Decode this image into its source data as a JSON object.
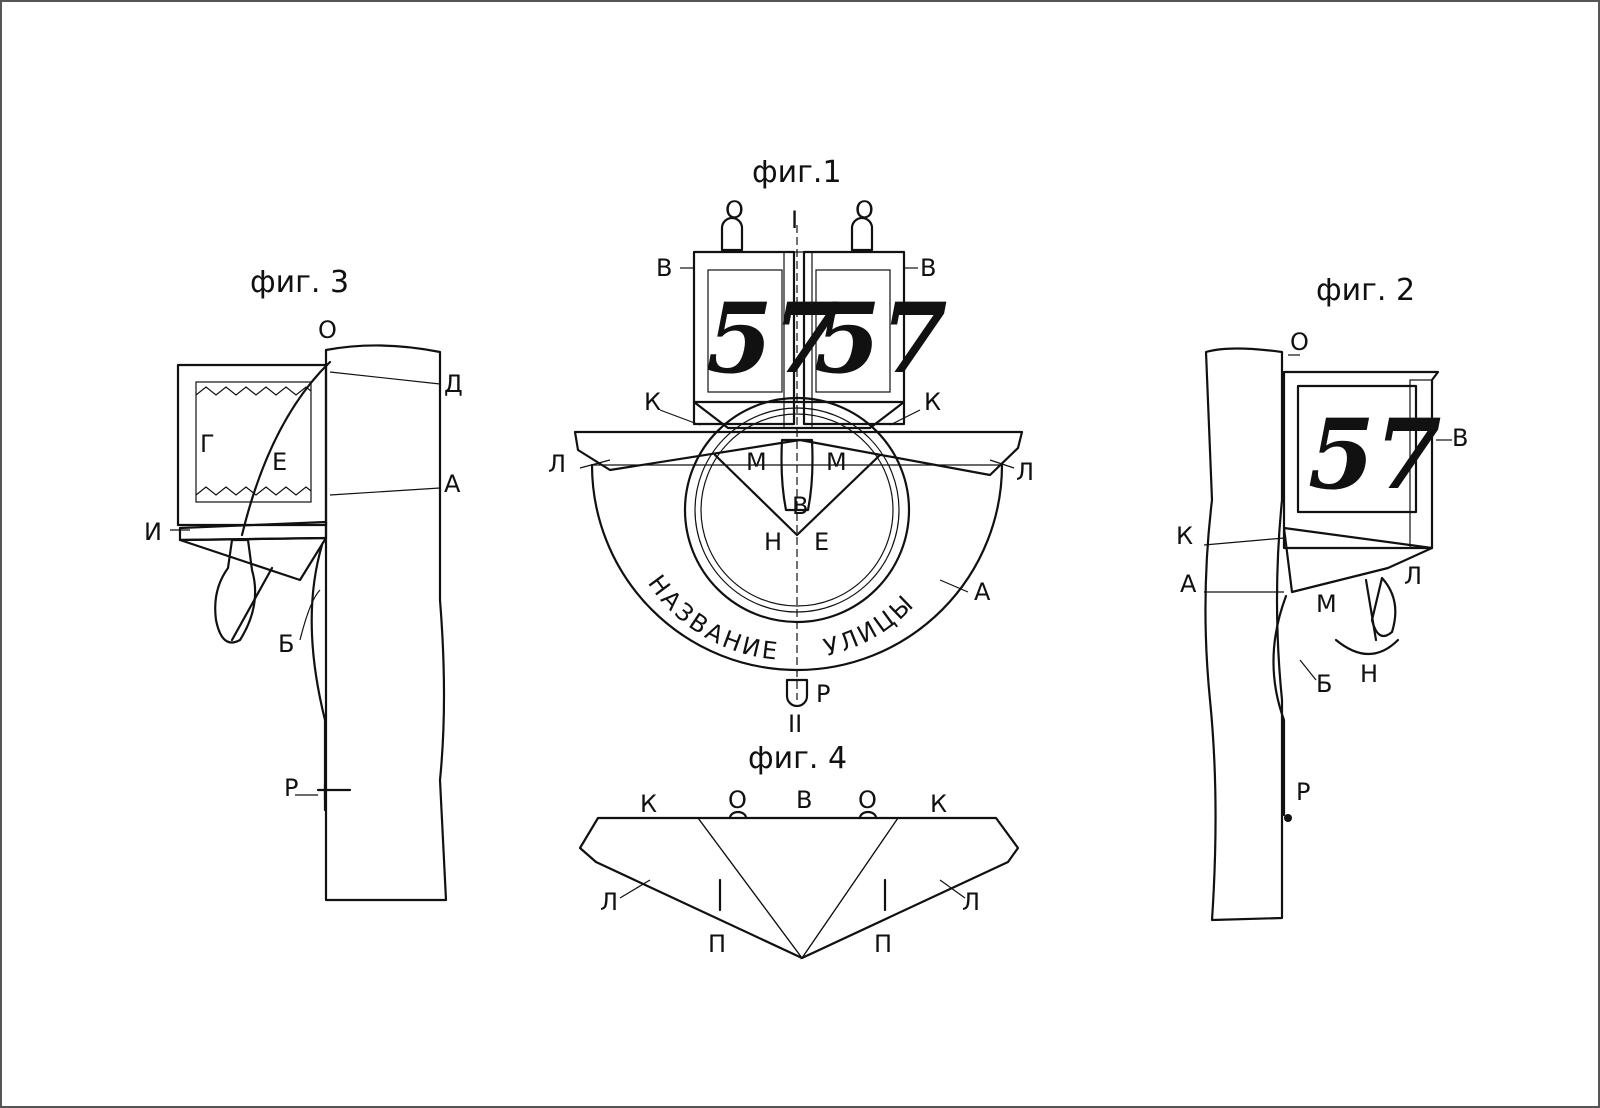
{
  "figures": {
    "fig1": {
      "title": "фиг.1",
      "labels": [
        "О",
        "I",
        "О",
        "В",
        "В",
        "К",
        "К",
        "Л",
        "Л",
        "М",
        "М",
        "В",
        "Н",
        "Е",
        "А",
        "Р",
        "II"
      ],
      "numbers": [
        "57",
        "57"
      ],
      "street_text": [
        "НАЗВАНИЕ",
        "УЛИЦЫ"
      ]
    },
    "fig2": {
      "title": "фиг. 2",
      "labels": [
        "О",
        "В",
        "К",
        "А",
        "Л",
        "М",
        "Н",
        "Б",
        "Р"
      ],
      "number": "57"
    },
    "fig3": {
      "title": "фиг. 3",
      "labels": [
        "О",
        "Д",
        "Г",
        "Е",
        "А",
        "И",
        "Б",
        "Р"
      ]
    },
    "fig4": {
      "title": "фиг. 4",
      "labels": [
        "К",
        "О",
        "В",
        "О",
        "К",
        "Л",
        "П",
        "П",
        "Л"
      ]
    }
  }
}
